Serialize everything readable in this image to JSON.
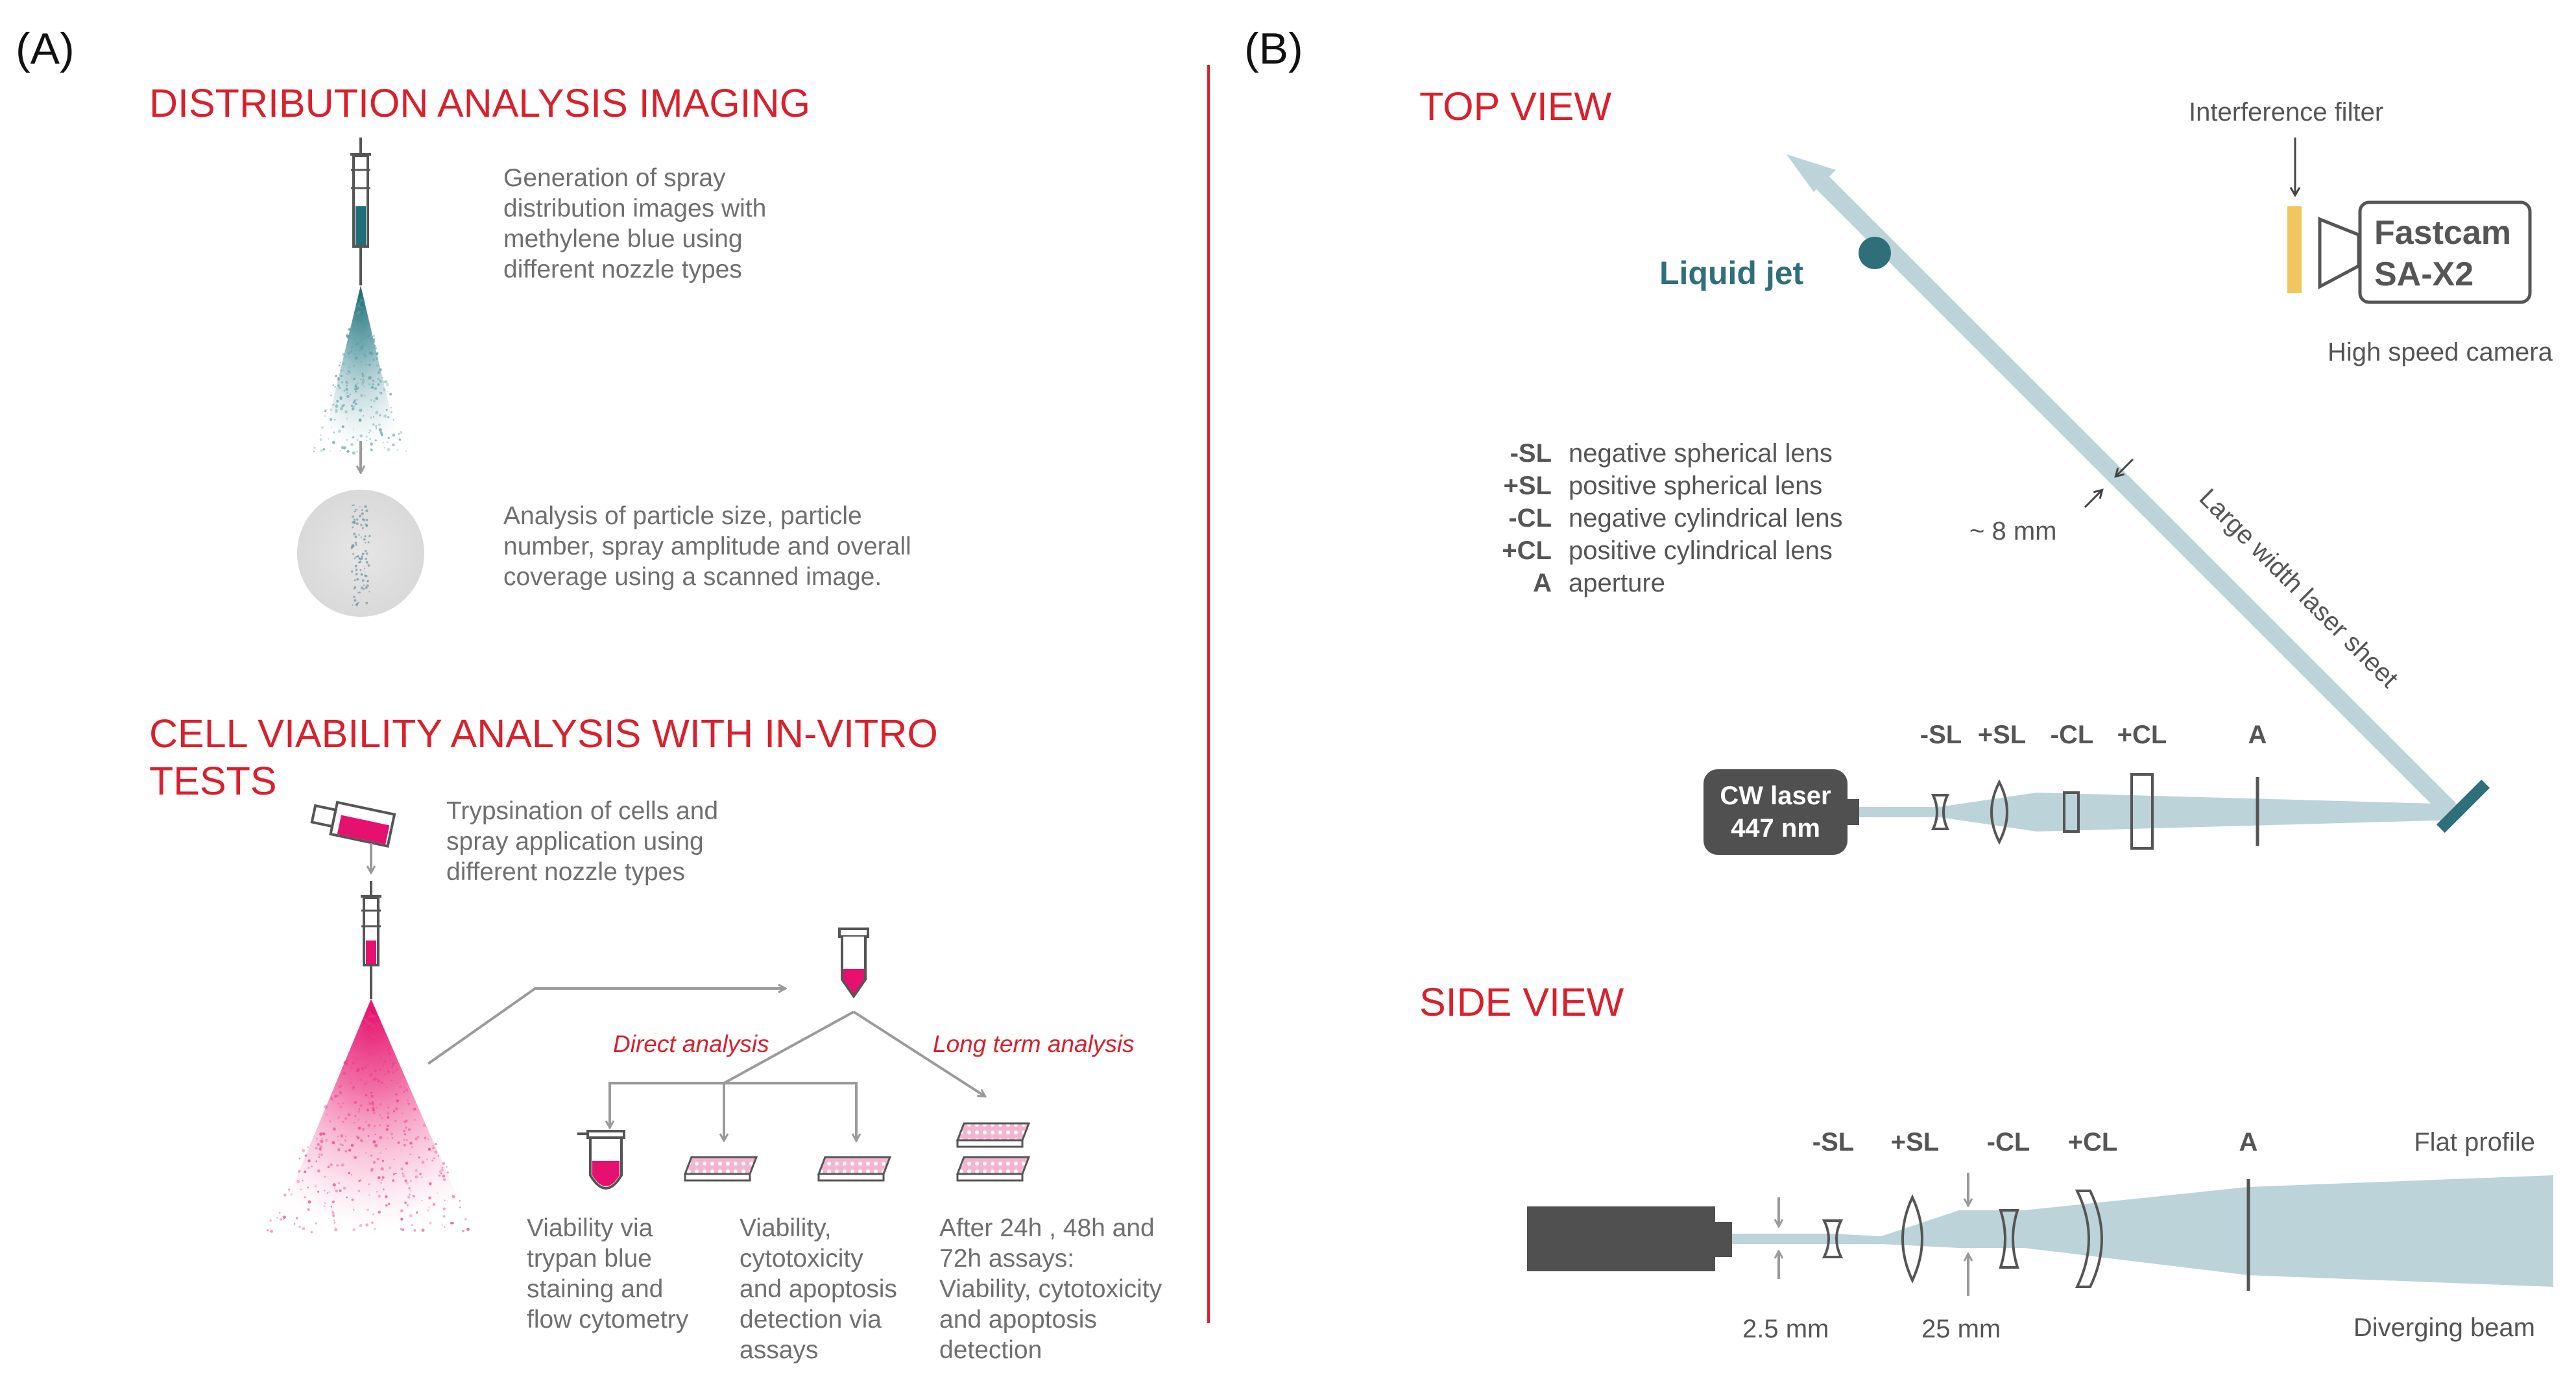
{
  "panel_a": {
    "label": "(A)",
    "distribution": {
      "title": "DISTRIBUTION ANALYSIS IMAGING",
      "step1": [
        "Generation of spray",
        "distribution images with",
        "methylene blue using",
        "different nozzle types"
      ],
      "step2": [
        "Analysis of particle size, particle",
        "number, spray amplitude and overall",
        "coverage using a scanned image."
      ]
    },
    "viability": {
      "title_line1": "CELL VIABILITY ANALYSIS WITH IN-VITRO",
      "title_line2": "TESTS",
      "step1": [
        "Trypsination of cells and",
        "spray application using",
        "different nozzle types"
      ],
      "direct_label": "Direct analysis",
      "longterm_label": "Long term analysis",
      "result1": [
        "Viability via",
        "trypan blue",
        "staining and",
        "flow cytometry"
      ],
      "result2": [
        "Viability,",
        "cytotoxicity",
        "and apoptosis",
        "detection via",
        "assays"
      ],
      "result3": [
        "After 24h , 48h and",
        "72h assays:",
        "Viability, cytotoxicity",
        "and apoptosis",
        "detection"
      ]
    }
  },
  "panel_b": {
    "label": "(B)",
    "top_view": {
      "title": "TOP VIEW",
      "interference_filter": "Interference filter",
      "camera_line1": "Fastcam",
      "camera_line2": "SA-X2",
      "camera_caption": "High speed camera",
      "liquid_jet": "Liquid jet",
      "jet_width": "~ 8 mm",
      "laser_sheet": "Large width laser sheet",
      "legend": [
        {
          "abbr": "-SL",
          "desc": "negative spherical lens"
        },
        {
          "abbr": "+SL",
          "desc": "positive spherical lens"
        },
        {
          "abbr": "-CL",
          "desc": "negative cylindrical lens"
        },
        {
          "abbr": "+CL",
          "desc": "positive cylindrical lens"
        },
        {
          "abbr": "A",
          "desc": "aperture"
        }
      ],
      "laser_line1": "CW laser",
      "laser_line2": "447 nm",
      "optics": [
        "-SL",
        "+SL",
        "-CL",
        "+CL",
        "A"
      ]
    },
    "side_view": {
      "title": "SIDE VIEW",
      "optics": [
        "-SL",
        "+SL",
        "-CL",
        "+CL",
        "A"
      ],
      "flat_profile": "Flat profile",
      "diverging_beam": "Diverging beam",
      "dim1": "2.5 mm",
      "dim2": "25 mm"
    }
  },
  "colors": {
    "title_red": "#d9202c",
    "beam": "#bcd3d9",
    "teal": "#2e6f7a",
    "magenta": "#e6116e",
    "filter_yellow": "#f0c75e",
    "dark_gray": "#505050"
  }
}
